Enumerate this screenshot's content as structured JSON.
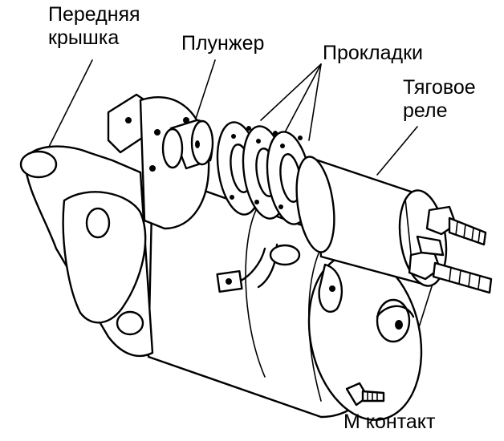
{
  "labels": {
    "front_cover": "Передняя\nкрышка",
    "plunger": "Плунжер",
    "gaskets": "Прокладки",
    "traction_relay": "Тяговое\nреле",
    "m_contact": "М контакт"
  }
}
